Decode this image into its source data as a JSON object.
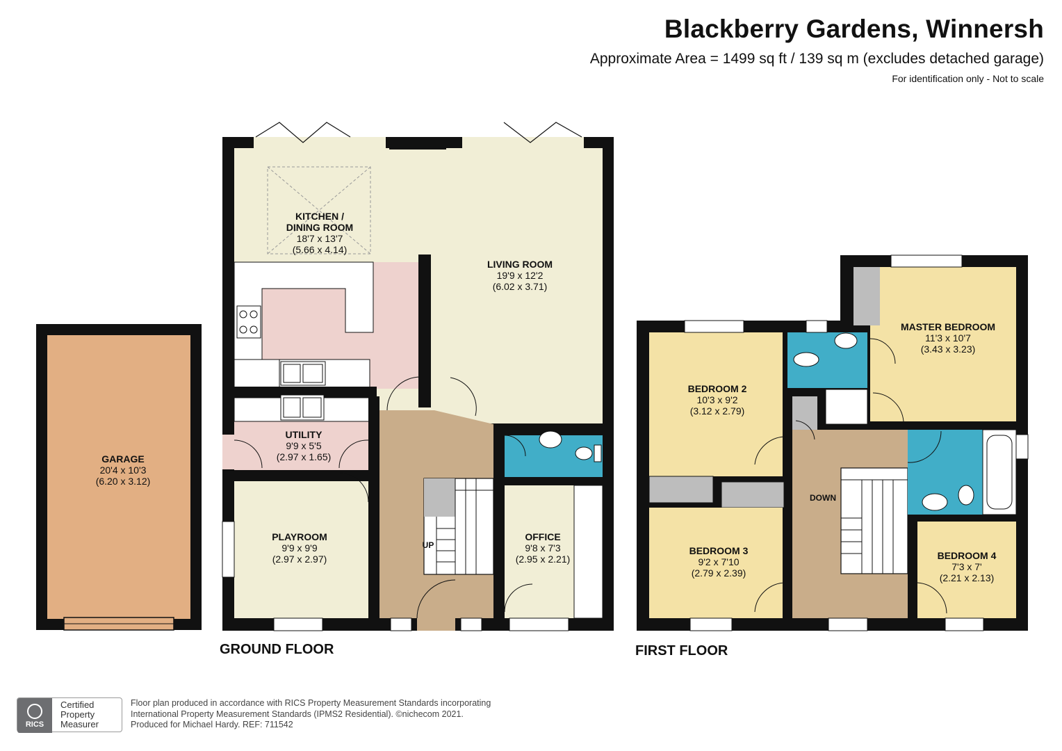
{
  "header": {
    "title": "Blackberry Gardens, Winnersh",
    "area": "Approximate Area = 1499 sq ft / 139 sq m (excludes detached garage)",
    "note": "For identification only - Not to scale"
  },
  "floors": {
    "ground": "GROUND FLOOR",
    "first": "FIRST FLOOR"
  },
  "rooms": {
    "garage": {
      "name": "GARAGE",
      "imperial": "20'4 x 10'3",
      "metric": "(6.20 x 3.12)"
    },
    "kitchen": {
      "name1": "KITCHEN /",
      "name2": "DINING ROOM",
      "imperial": "18'7 x 13'7",
      "metric": "(5.66 x 4.14)"
    },
    "living": {
      "name": "LIVING ROOM",
      "imperial": "19'9 x 12'2",
      "metric": "(6.02 x 3.71)"
    },
    "utility": {
      "name": "UTILITY",
      "imperial": "9'9 x 5'5",
      "metric": "(2.97 x 1.65)"
    },
    "playroom": {
      "name": "PLAYROOM",
      "imperial": "9'9 x 9'9",
      "metric": "(2.97 x 2.97)"
    },
    "office": {
      "name": "OFFICE",
      "imperial": "9'8 x 7'3",
      "metric": "(2.95 x 2.21)"
    },
    "bedroom2": {
      "name": "BEDROOM 2",
      "imperial": "10'3 x 9'2",
      "metric": "(3.12 x 2.79)"
    },
    "bedroom3": {
      "name": "BEDROOM 3",
      "imperial": "9'2 x 7'10",
      "metric": "(2.79 x 2.39)"
    },
    "master": {
      "name": "MASTER BEDROOM",
      "imperial": "11'3 x 10'7",
      "metric": "(3.43 x 3.23)"
    },
    "bedroom4": {
      "name": "BEDROOM 4",
      "imperial": "7'3 x 7'",
      "metric": "(2.21 x 2.13)"
    }
  },
  "stairs": {
    "up": "UP",
    "down": "DOWN"
  },
  "colors": {
    "wall": "#111111",
    "living": "#f1eed6",
    "bedroom": "#f4e2a6",
    "kitchen": "#eed2ce",
    "hall": "#c9ad8a",
    "bath": "#41aec8",
    "garage": "#e2af83",
    "storage": "#bdbdbd"
  },
  "footer": {
    "rics_short": "RICS",
    "cert_line1": "Certified",
    "cert_line2": "Property",
    "cert_line3": "Measurer",
    "line1": "Floor plan produced in accordance with RICS Property Measurement Standards incorporating",
    "line2": "International Property Measurement Standards (IPMS2 Residential).  ©nichecom 2021.",
    "line3": "Produced for Michael Hardy.   REF: 711542"
  }
}
